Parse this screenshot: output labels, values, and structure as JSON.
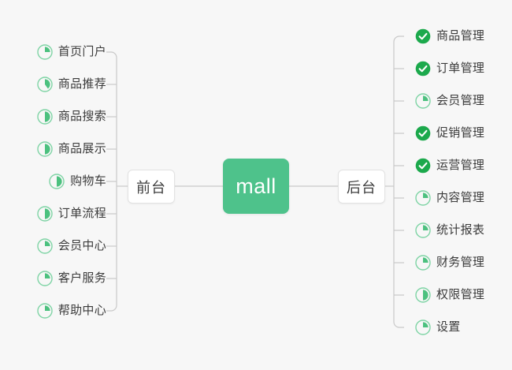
{
  "diagram": {
    "type": "mind-map",
    "background_color": "#f7f7f7",
    "root": {
      "label": "mall",
      "color": "#4ec28b",
      "text_color": "#ffffff"
    },
    "branches": [
      {
        "id": "frontend",
        "label": "前台",
        "side": "left",
        "items": [
          {
            "label": "首页门户",
            "icon": "pie-progress-icon",
            "percent": 25,
            "status": "in-progress"
          },
          {
            "label": "商品推荐",
            "icon": "pie-progress-icon",
            "percent": 40,
            "status": "in-progress"
          },
          {
            "label": "商品搜索",
            "icon": "pie-progress-icon",
            "percent": 50,
            "status": "in-progress"
          },
          {
            "label": "商品展示",
            "icon": "pie-progress-icon",
            "percent": 50,
            "status": "in-progress"
          },
          {
            "label": "购物车",
            "icon": "pie-progress-icon",
            "percent": 50,
            "status": "in-progress"
          },
          {
            "label": "订单流程",
            "icon": "pie-progress-icon",
            "percent": 50,
            "status": "in-progress"
          },
          {
            "label": "会员中心",
            "icon": "pie-progress-icon",
            "percent": 25,
            "status": "in-progress"
          },
          {
            "label": "客户服务",
            "icon": "pie-progress-icon",
            "percent": 25,
            "status": "in-progress"
          },
          {
            "label": "帮助中心",
            "icon": "pie-progress-icon",
            "percent": 25,
            "status": "in-progress"
          }
        ]
      },
      {
        "id": "backend",
        "label": "后台",
        "side": "right",
        "items": [
          {
            "label": "商品管理",
            "icon": "check-circle-icon",
            "percent": 100,
            "status": "done"
          },
          {
            "label": "订单管理",
            "icon": "check-circle-icon",
            "percent": 100,
            "status": "done"
          },
          {
            "label": "会员管理",
            "icon": "pie-progress-icon",
            "percent": 25,
            "status": "in-progress"
          },
          {
            "label": "促销管理",
            "icon": "check-circle-icon",
            "percent": 100,
            "status": "done"
          },
          {
            "label": "运营管理",
            "icon": "check-circle-icon",
            "percent": 100,
            "status": "done"
          },
          {
            "label": "内容管理",
            "icon": "pie-progress-icon",
            "percent": 25,
            "status": "in-progress"
          },
          {
            "label": "统计报表",
            "icon": "pie-progress-icon",
            "percent": 25,
            "status": "in-progress"
          },
          {
            "label": "财务管理",
            "icon": "pie-progress-icon",
            "percent": 25,
            "status": "in-progress"
          },
          {
            "label": "权限管理",
            "icon": "pie-progress-icon",
            "percent": 50,
            "status": "in-progress"
          },
          {
            "label": "设置",
            "icon": "pie-progress-icon",
            "percent": 25,
            "status": "in-progress"
          }
        ]
      }
    ],
    "colors": {
      "progress_green": "#4cc17f",
      "progress_ring": "#7fd4a5",
      "done_green": "#1ca94c",
      "connector": "#c9c9c9",
      "box_border": "#e2e2e2",
      "box_background": "#ffffff",
      "text": "#3b3b3b"
    }
  }
}
